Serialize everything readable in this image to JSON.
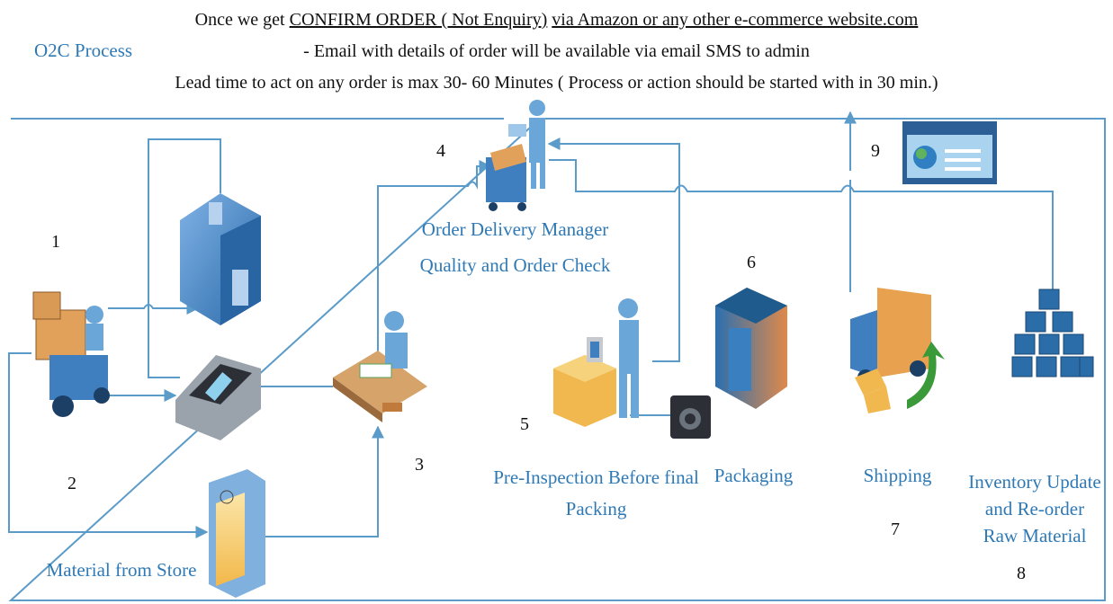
{
  "header": {
    "line1_prefix": "Once we get ",
    "line1_confirm": "CONFIRM ORDER ( Not Enquiry)",
    "line1_mid": " ",
    "line1_via": " via Amazon or any other e-commerce website.com",
    "line2": "- Email with details of order will be available via email SMS to admin",
    "line3": "Lead time to act on any order is max 30- 60 Minutes ( Process or action should be started with in 30 min.)"
  },
  "title": "O2C Process",
  "steps": {
    "n1": "1",
    "n2": "2",
    "n3": "3",
    "n4": "4",
    "n5": "5",
    "n6": "6",
    "n7": "7",
    "n8": "8",
    "n9": "9"
  },
  "labels": {
    "odm1": "Order Delivery Manager",
    "odm2": "Quality and Order Check",
    "material": "Material from Store",
    "pre1": "Pre-Inspection Before final",
    "pre2": "Packing",
    "packaging": "Packaging",
    "shipping": "Shipping",
    "inv1": "Inventory Update",
    "inv2": "and Re-order",
    "inv3": "Raw Material"
  },
  "colors": {
    "line": "#5b9bc9",
    "label": "#2f79b5",
    "icon_blue": "#3a7fc0",
    "icon_dark": "#1f5b8c"
  }
}
